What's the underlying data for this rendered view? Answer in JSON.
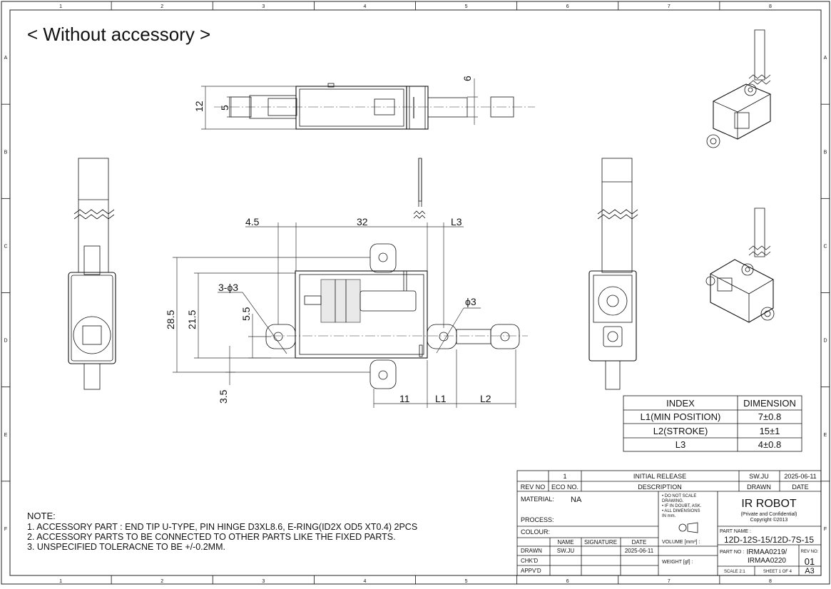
{
  "title": "< Without accessory >",
  "border": {
    "columns": [
      "1",
      "2",
      "3",
      "4",
      "5",
      "6",
      "7",
      "8"
    ],
    "rows": [
      "A",
      "B",
      "C",
      "D",
      "E",
      "F"
    ]
  },
  "dimensions": {
    "top_height_12": "12",
    "top_height_5": "5",
    "top_6": "6",
    "d_4_5": "4.5",
    "d_32": "32",
    "d_L3": "L3",
    "d_3_holes": "3-ϕ3",
    "d_phi3": "ϕ3",
    "d_28_5": "28.5",
    "d_21_5": "21.5",
    "d_5_5": "5.5",
    "d_3_5": "3.5",
    "d_11": "11",
    "d_L1": "L1",
    "d_L2": "L2"
  },
  "index_table": {
    "header": [
      "INDEX",
      "DIMENSION"
    ],
    "rows": [
      [
        "L1(MIN POSITION)",
        "7±0.8"
      ],
      [
        "L2(STROKE)",
        "15±1"
      ],
      [
        "L3",
        "4±0.8"
      ]
    ]
  },
  "notes": {
    "heading": "NOTE:",
    "lines": [
      "1. ACCESSORY PART : END TIP U-TYPE, PIN HINGE D3XL8.6, E-RING(ID2X OD5 XT0.4) 2PCS",
      "2. ACCESSORY PARTS TO BE CONNECTED TO OTHER PARTS LIKE THE FIXED PARTS.",
      "3. UNSPECIFIED TOLERACNE TO BE +/-0.2MM."
    ]
  },
  "title_block": {
    "rev": "1",
    "eco": "",
    "revision_text": "INITIAL RELEASE",
    "rev_drawn": "SW.JU",
    "rev_date": "2025-06-11",
    "rev_no_label": "REV NO",
    "eco_label": "ECO NO.",
    "desc_label": "DESCRIPTION",
    "drawn_label": "DRAWN",
    "date_label": "DATE",
    "material_label": "MATERIAL:",
    "material": "NA",
    "process_label": "PROCESS:",
    "colour_label": "COLOUR:",
    "notes_small": [
      "• DO NOT SCALE",
      "  DRAWING.",
      "• IF IN DOUBT, ASK.",
      "• ALL DIMENSIONS",
      "  IN mm."
    ],
    "company": "IR ROBOT",
    "confidential": "(Private and Confidential)",
    "copyright": "Copyright ©2013",
    "name_hdr": "NAME",
    "sig_hdr": "SIGNATURE",
    "date_hdr": "DATE",
    "drawn_row": "DRAWN",
    "drawn_name": "SW.JU",
    "drawn_date": "2025-06-11",
    "chkd_row": "CHK'D",
    "appvd_row": "APPV'D",
    "volume_label": "VOLUME [mm³] :",
    "weight_label": "WEIGHT [gf] :",
    "part_name_label": "PART NAME :",
    "part_name": "12D-12S-15/12D-7S-15",
    "part_no_label": "PART NO :",
    "part_no_1": "IRMAA0219/",
    "part_no_2": "IRMAA0220",
    "rev_no_small": "REV NO:",
    "rev_no_value": "01",
    "scale": "SCALE 2:1",
    "sheet": "SHEET 1 OF 4",
    "size": "A3"
  }
}
